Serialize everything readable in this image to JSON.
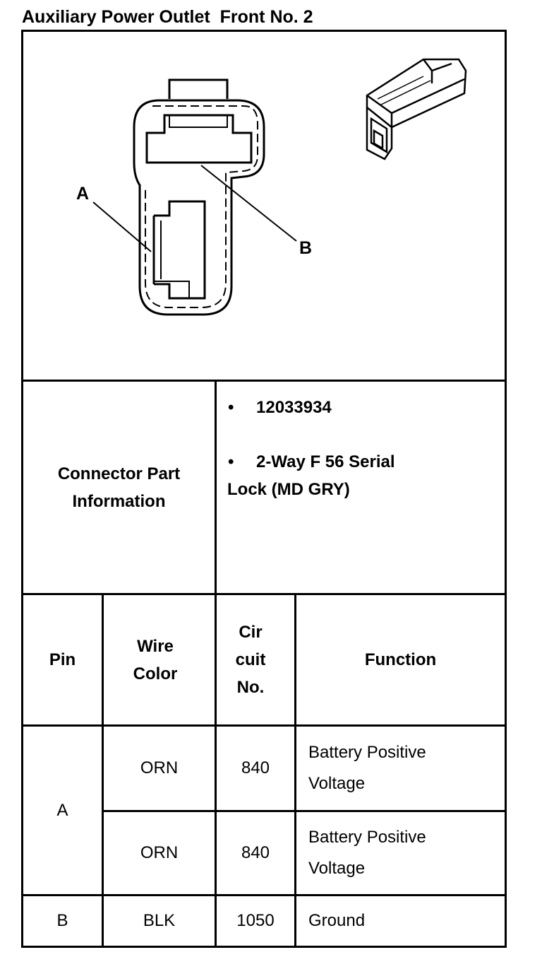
{
  "title": "Auxiliary Power Outlet  Front No. 2",
  "diagram": {
    "label_a": "A",
    "label_b": "B"
  },
  "connector_info": {
    "label": "Connector Part Information",
    "bullet_1": "12033934",
    "bullet_2": "2-Way F 56 Serial Lock (MD GRY)"
  },
  "table": {
    "headers": {
      "pin": "Pin",
      "wire_color": "Wire Color",
      "circuit_no": "Cir cuit No.",
      "function": "Function"
    },
    "rows": [
      {
        "pin": "A",
        "wire_color": "ORN",
        "circuit_no": "840",
        "function": "Battery Positive Voltage"
      },
      {
        "pin": "A",
        "wire_color": "ORN",
        "circuit_no": "840",
        "function": "Battery Positive Voltage"
      },
      {
        "pin": "B",
        "wire_color": "BLK",
        "circuit_no": "1050",
        "function": "Ground"
      }
    ]
  }
}
